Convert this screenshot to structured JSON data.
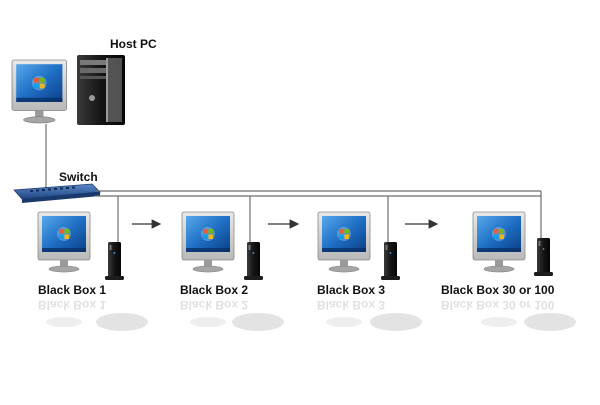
{
  "labels": {
    "host_pc": "Host PC",
    "switch": "Switch",
    "boxes": [
      "Black Box 1",
      "Black Box 2",
      "Black Box 3",
      "Black Box 30 or 100"
    ]
  },
  "colors": {
    "line": "#6e6e6e",
    "screen_blue": "#1f6fc5",
    "tower": "#1a1a1a",
    "switch_body": "#2f5fa8",
    "arrow": "#333333"
  },
  "icons": [
    "monitor-icon",
    "pc-tower-icon",
    "network-switch-icon",
    "mini-pc-icon",
    "arrow-right-icon"
  ]
}
